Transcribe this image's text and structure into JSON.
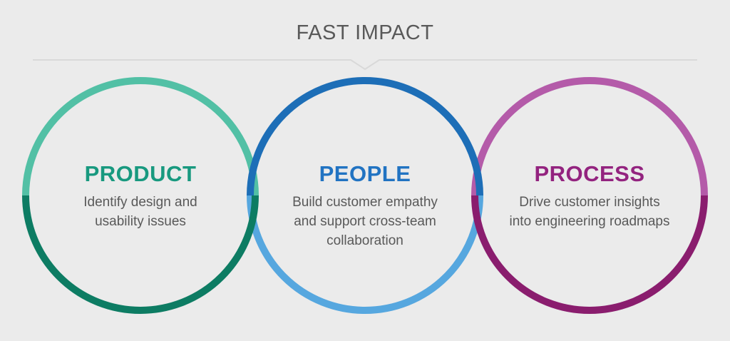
{
  "title": "FAST IMPACT",
  "colors": {
    "background": "#EBEBEB",
    "title_text": "#595959",
    "body_text": "#595959",
    "divider": "#D9D9D9"
  },
  "circles": [
    {
      "id": "product",
      "heading": "PRODUCT",
      "heading_color": "#18997F",
      "ring_top": "#52C0A5",
      "ring_bottom": "#0D7C63",
      "description_lines": [
        "Identify design and",
        "usability issues"
      ]
    },
    {
      "id": "people",
      "heading": "PEOPLE",
      "heading_color": "#2173C2",
      "ring_top": "#1D6EB7",
      "ring_bottom": "#56A7DF",
      "description_lines": [
        "Build customer empathy",
        "and support cross-team",
        "collaboration"
      ]
    },
    {
      "id": "process",
      "heading": "PROCESS",
      "heading_color": "#93237F",
      "ring_top": "#B45BA9",
      "ring_bottom": "#8A1D6E",
      "description_lines": [
        "Drive customer insights",
        "into engineering roadmaps"
      ]
    }
  ]
}
